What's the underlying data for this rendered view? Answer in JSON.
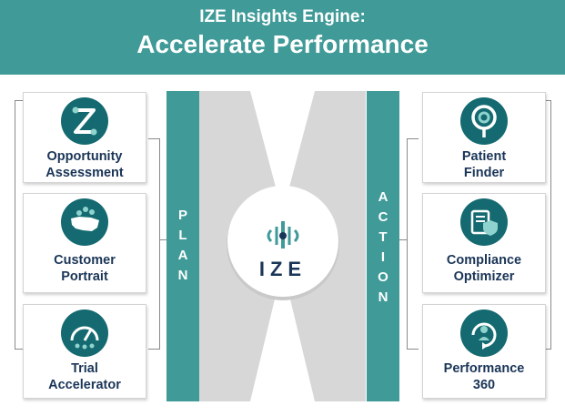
{
  "header": {
    "line1": "IZE Insights Engine:",
    "line2": "Accelerate Performance"
  },
  "plan": {
    "label_letters": [
      "P",
      "L",
      "A",
      "N"
    ],
    "cards": [
      {
        "title_line1": "Opportunity",
        "title_line2": "Assessment",
        "icon": "opportunity-z-icon"
      },
      {
        "title_line1": "Customer",
        "title_line2": "Portrait",
        "icon": "us-map-pins-icon"
      },
      {
        "title_line1": "Trial",
        "title_line2": "Accelerator",
        "icon": "speedometer-people-icon"
      }
    ]
  },
  "action": {
    "label_letters": [
      "A",
      "C",
      "T",
      "I",
      "O",
      "N"
    ],
    "cards": [
      {
        "title_line1": "Patient",
        "title_line2": "Finder",
        "icon": "target-pin-icon"
      },
      {
        "title_line1": "Compliance",
        "title_line2": "Optimizer",
        "icon": "shield-pill-icon"
      },
      {
        "title_line1": "Performance",
        "title_line2": "360",
        "icon": "person-cycle-icon"
      }
    ]
  },
  "center": {
    "logo_text": "IZE",
    "logo_icon": "ize-signal-icon"
  },
  "colors": {
    "teal": "#3f9a98",
    "dark_teal": "#146a70",
    "navy": "#1a3557",
    "funnel_gray": "#d7d7d7"
  }
}
